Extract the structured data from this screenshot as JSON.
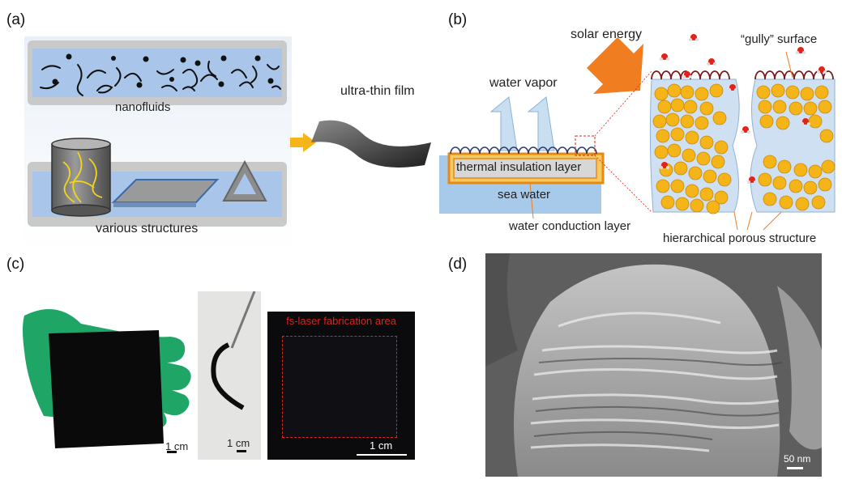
{
  "panels": {
    "a": {
      "label": "(a)",
      "nanofluids": "nanofluids",
      "structures": "various structures",
      "film": "ultra-thin film"
    },
    "b": {
      "label": "(b)",
      "solar": "solar energy",
      "vapor": "water vapor",
      "insulation": "thermal insulation layer",
      "sea": "sea water",
      "conduction": "water conduction layer",
      "gully": "“gully” surface",
      "porous": "hierarchical porous structure"
    },
    "c": {
      "label": "(c)",
      "scale1": "1 cm",
      "scale2": "1 cm",
      "scale3": "1 cm",
      "area": "fs-laser fabrication area"
    },
    "d": {
      "label": "(d)",
      "scale": "50 nm"
    }
  },
  "colors": {
    "arrow_orange": "#f07e20",
    "vapor_blue": "#c8dff1",
    "water_blue": "#a7c9ea",
    "particle_yellow": "#f5b417",
    "red_dashed": "#d9251c",
    "glove_green": "#1fa666"
  }
}
